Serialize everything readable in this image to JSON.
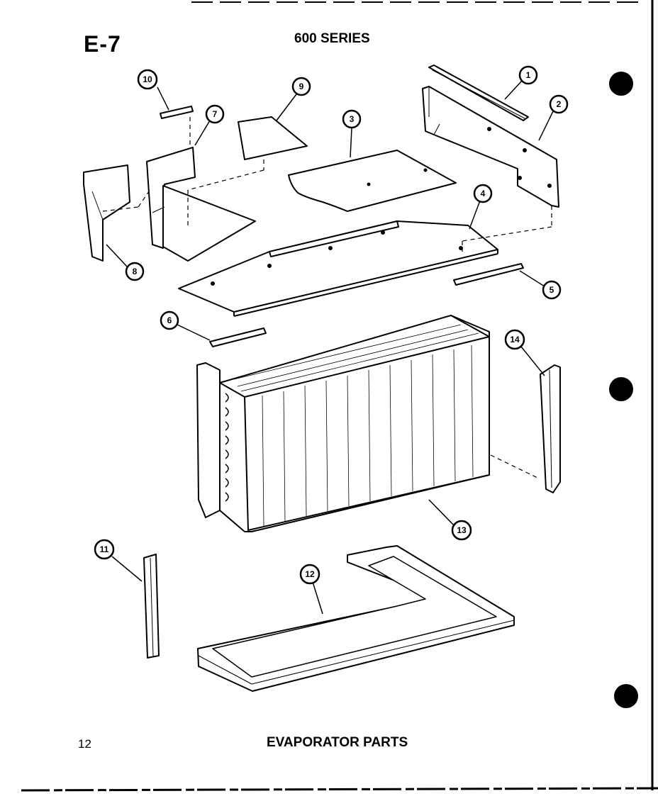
{
  "header": {
    "section_code": "E-7",
    "series": "600 SERIES"
  },
  "footer": {
    "page_number": "12",
    "caption": "EVAPORATOR PARTS"
  },
  "callouts": [
    "1",
    "2",
    "3",
    "4",
    "5",
    "6",
    "7",
    "8",
    "9",
    "10",
    "11",
    "12",
    "13",
    "14"
  ],
  "colors": {
    "ink": "#000000",
    "paper": "#ffffff"
  }
}
